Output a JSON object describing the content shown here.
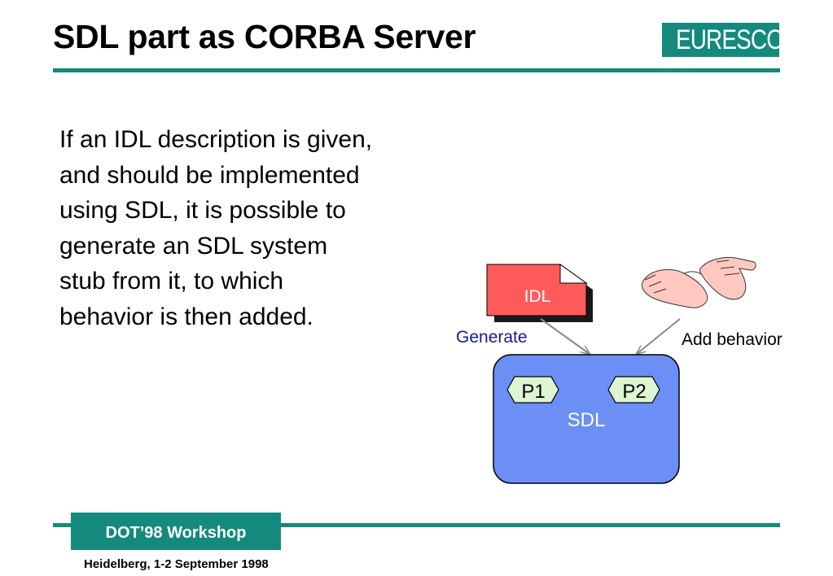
{
  "slide": {
    "title": "SDL part as CORBA Server",
    "logo_text": "EURESCOM",
    "body_lines": [
      "If an IDL description is given,",
      "and should be implemented",
      "using SDL, it is possible to",
      "generate an SDL system",
      "stub from it, to which",
      "behavior is then added."
    ]
  },
  "diagram": {
    "idl_label": "IDL",
    "generate_label": "Generate",
    "add_behavior_label": "Add behavior",
    "sdl_label": "SDL",
    "p1_label": "P1",
    "p2_label": "P2",
    "hands_icon": "hands-icon"
  },
  "footer": {
    "workshop": "DOT’98 Workshop",
    "date": "Heidelberg, 1-2 September 1998"
  },
  "colors": {
    "accent": "#138a7c",
    "idl_fill": "#ff5a5a",
    "sdl_fill": "#6b8ff5",
    "process_fill": "#ddf5d0",
    "generate_text": "#1a1a8c"
  }
}
